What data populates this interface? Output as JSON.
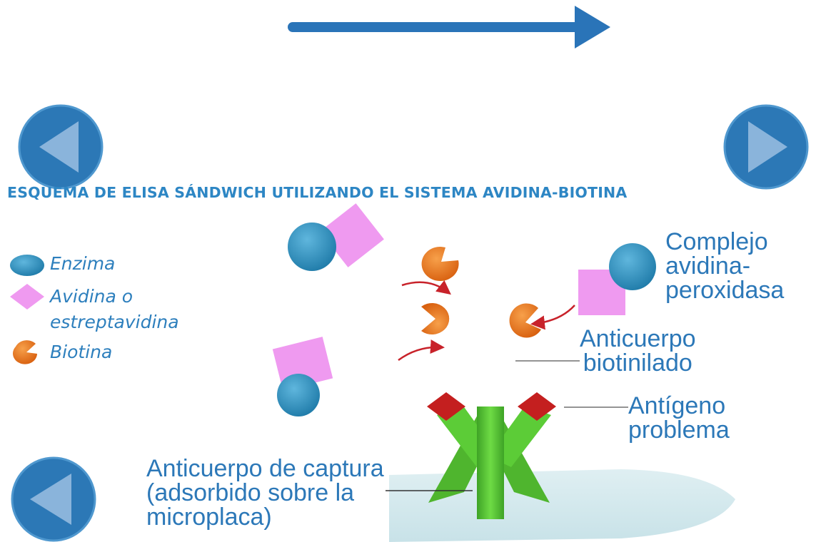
{
  "title": "ESQUEMA DE ELISA SÁNDWICH UTILIZANDO EL SISTEMA AVIDINA-BIOTINA",
  "legend": {
    "enzima": "Enzima",
    "avidina_line1": "Avidina o",
    "avidina_line2": "estreptavidina",
    "biotina": "Biotina"
  },
  "labels": {
    "complejo": [
      "Complejo",
      "avidina-",
      "peroxidasa"
    ],
    "anticuerpo_biotinilado": [
      "Anticuerpo",
      "biotinilado"
    ],
    "antigeno": [
      "Antígeno",
      "problema"
    ],
    "anticuerpo_captura": [
      "Anticuerpo de captura",
      "(adsorbido sobre la",
      "microplaca)"
    ]
  },
  "colors": {
    "accent_blue": "#2d7fbd",
    "nav_circle": "#2c78b6",
    "nav_triangle": "#8ab4db",
    "enzyme": "#2f8fbf",
    "avidin": "#ef9af0",
    "biotin": "#e8731f",
    "antibody": "#53c234",
    "antigen": "#c41f1f",
    "plate": "#d6eaee",
    "arrow_red": "#c8222a"
  },
  "icons": {
    "nav_prev": "triangle-left-in-circle",
    "nav_next": "triangle-right-in-circle",
    "top_arrow": "arrow-right"
  }
}
